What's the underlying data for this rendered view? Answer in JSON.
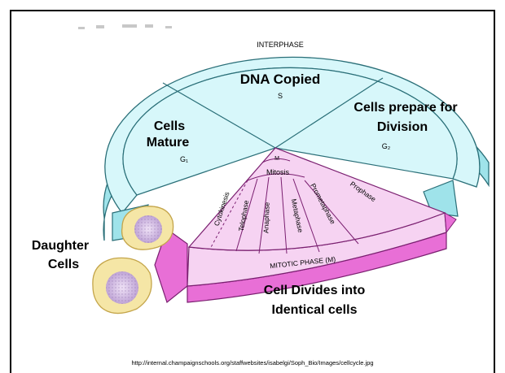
{
  "diagram": {
    "interphase_label": "INTERPHASE",
    "dna_copied": "DNA Copied",
    "s_phase": "S",
    "cells_mature_line1": "Cells",
    "cells_mature_line2": "Mature",
    "g1_phase": "G₁",
    "prepare_line1": "Cells prepare for",
    "prepare_line2": "Division",
    "g2_phase": "G₂",
    "m_phase": "M",
    "mitosis": "Mitosis",
    "stages": [
      "Cytokinesis",
      "Telophase",
      "Anaphase",
      "Metaphase",
      "Prometaphase",
      "Prophase"
    ],
    "mitotic_phase": "MITOTIC PHASE (M)",
    "daughter_line1": "Daughter",
    "daughter_line2": "Cells",
    "divides_line1": "Cell Divides into",
    "divides_line2": "Identical cells"
  },
  "source_url": "http://internal.champaignschools.org/staffwebsites/isabelgi/Soph_Bio/Images/cellcycle.jpg",
  "colors": {
    "interphase_fill": "#d7f7fa",
    "interphase_side": "#9fe3ea",
    "mitotic_fill": "#f6d3f2",
    "mitotic_side": "#e86fd6",
    "cell_body": "#f5e6a6",
    "nucleus": "#d9c8e8"
  }
}
